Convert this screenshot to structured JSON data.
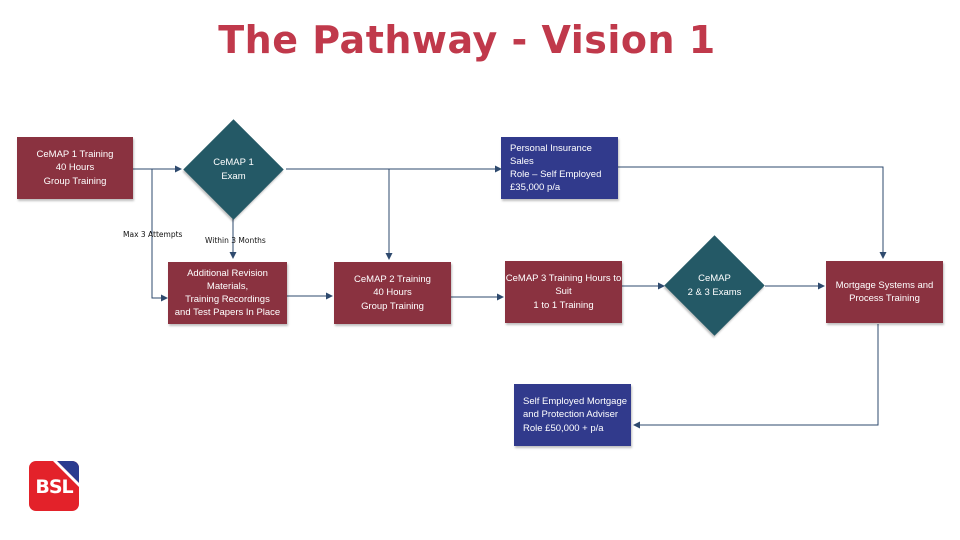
{
  "title": "The Pathway - Vision 1",
  "colors": {
    "title": "#c0394b",
    "maroon": "#8a3240",
    "navy": "#313a8c",
    "teal": "#245966",
    "connector": "#2e4a6e",
    "logo_red": "#e3222a",
    "logo_blue": "#2b3b8f"
  },
  "nodes": {
    "cemap1_training": "CeMAP 1 Training\n40 Hours\nGroup Training",
    "cemap1_exam": "CeMAP 1\nExam",
    "personal_insurance": "Personal Insurance Sales\nRole – Self Employed\n£35,000 p/a",
    "revision_materials": "Additional Revision Materials,\nTraining Recordings\nand Test Papers In Place",
    "cemap2_training": "CeMAP 2 Training\n40 Hours\nGroup Training",
    "cemap3_training": "CeMAP 3 Training Hours to\nSuit\n1 to 1 Training",
    "cemap23_exams": "CeMAP\n2 & 3 Exams",
    "mortgage_systems": "Mortgage Systems and\nProcess Training",
    "self_employed_adviser": "Self Employed Mortgage\nand Protection Adviser\nRole £50,000 + p/a"
  },
  "labels": {
    "max_attempts": "Max 3 Attempts",
    "within_months": "Within 3 Months"
  },
  "logo": {
    "text": "BSL"
  }
}
